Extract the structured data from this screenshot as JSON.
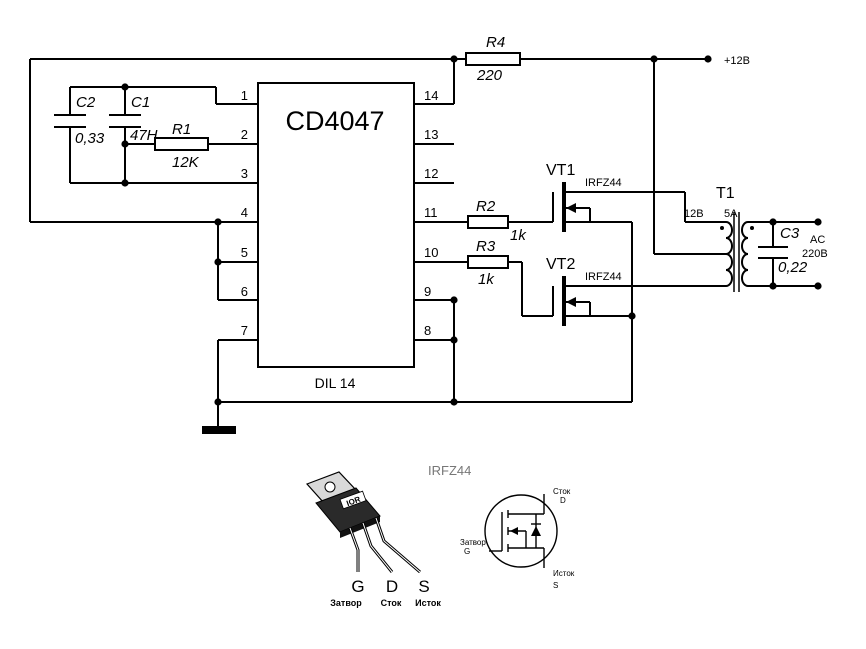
{
  "schematic": {
    "ic_name": "CD4047",
    "package": "DIL 14",
    "supply": "+12В",
    "pins_left": [
      "1",
      "2",
      "3",
      "4",
      "5",
      "6",
      "7"
    ],
    "pins_right": [
      "14",
      "13",
      "12",
      "11",
      "10",
      "9",
      "8"
    ],
    "components": {
      "r4": {
        "ref": "R4",
        "value": "220"
      },
      "r1": {
        "ref": "R1",
        "value": "12K"
      },
      "r2": {
        "ref": "R2",
        "value": "1k"
      },
      "r3": {
        "ref": "R3",
        "value": "1k"
      },
      "c1": {
        "ref": "C1",
        "value": "47Н"
      },
      "c2": {
        "ref": "C2",
        "value": "0,33"
      },
      "c3": {
        "ref": "C3",
        "value": "0,22"
      },
      "vt1": {
        "ref": "VT1",
        "type": "IRFZ44"
      },
      "vt2": {
        "ref": "VT2",
        "type": "IRFZ44"
      },
      "t1": {
        "ref": "T1",
        "primary": "12В",
        "current": "5А"
      }
    },
    "output": {
      "label": "AC",
      "voltage": "220В"
    }
  },
  "pinout": {
    "title": "IRFZ44",
    "logo": "IOR",
    "pins": [
      {
        "letter": "G",
        "name": "Затвор"
      },
      {
        "letter": "D",
        "name": "Сток"
      },
      {
        "letter": "S",
        "name": "Исток"
      }
    ],
    "symbol": {
      "drain_name": "Сток",
      "drain_letter": "D",
      "gate_name": "Затвор",
      "gate_letter": "G",
      "source_name": "Исток",
      "source_letter": "S"
    }
  }
}
